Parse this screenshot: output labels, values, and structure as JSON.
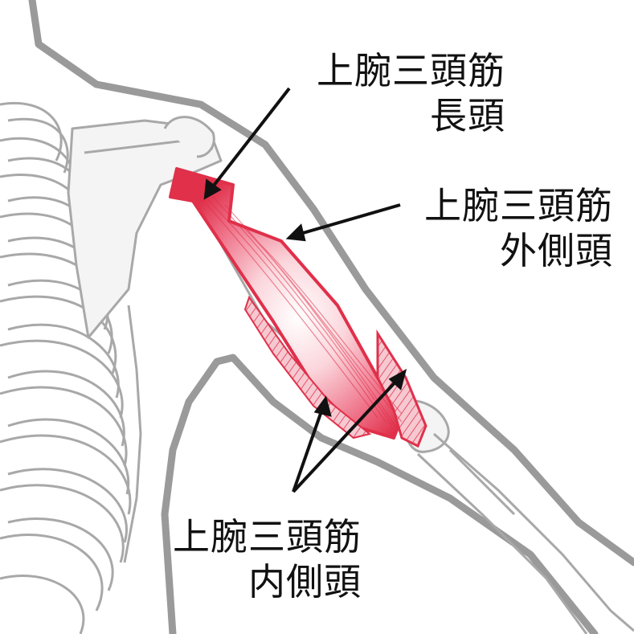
{
  "labels": {
    "long_head": {
      "line1": "上腕三頭筋",
      "line2": "長頭"
    },
    "lateral_head": {
      "line1": "上腕三頭筋",
      "line2": "外側頭"
    },
    "medial_head": {
      "line1": "上腕三頭筋",
      "line2": "内側頭"
    }
  },
  "colors": {
    "outline": "#9a9a9a",
    "bone_fill": "#f4f4f4",
    "bone_stroke": "#a8a8a8",
    "muscle_outline": "#e0304a",
    "muscle_fill": "#e8506a",
    "arrow": "#111111"
  }
}
